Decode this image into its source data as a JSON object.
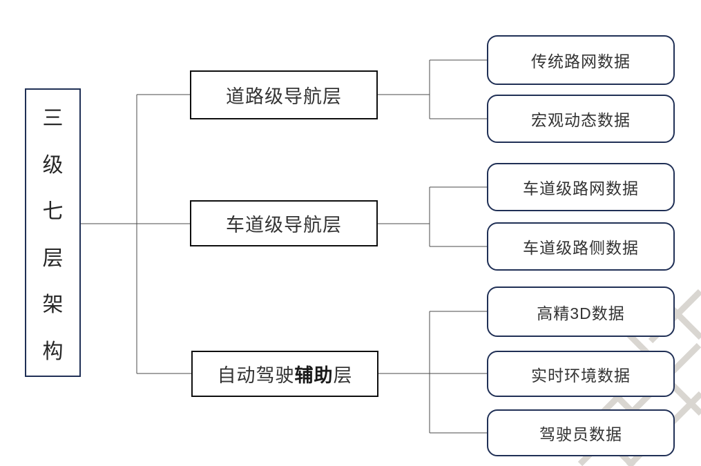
{
  "diagram": {
    "root": {
      "label": "三级七层架构",
      "chars": [
        "三",
        "级",
        "七",
        "层",
        "架",
        "构"
      ]
    },
    "branches": [
      {
        "label": "道路级导航层",
        "children": [
          "传统路网数据",
          "宏观动态数据"
        ]
      },
      {
        "label": "车道级导航层",
        "children": [
          "车道级路网数据",
          "车道级路侧数据"
        ]
      },
      {
        "label": "自动驾驶辅助层",
        "label_parts": {
          "pre": "自动驾驶",
          "bold": "辅助",
          "post": "层"
        },
        "children": [
          "高精3D数据",
          "实时环境数据",
          "驾驶员数据"
        ]
      }
    ],
    "colors": {
      "navy_border": "#1f2f55",
      "black_border": "#0d0d0d",
      "connector_line": "#4a4a4a",
      "text": "#303030",
      "watermark": "#d9d6d1",
      "background": "#ffffff"
    }
  }
}
